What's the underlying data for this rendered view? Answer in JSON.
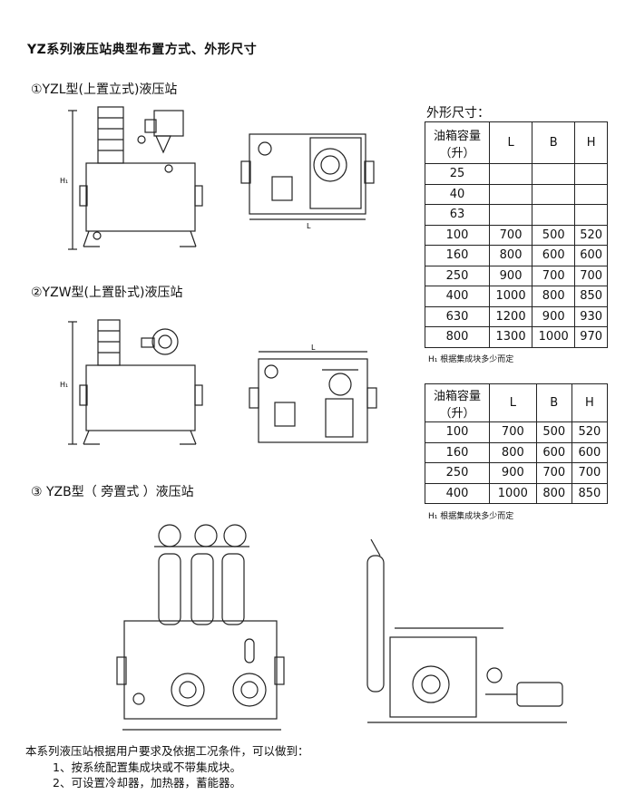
{
  "title": "YZ系列液压站典型布置方式、外形尺寸",
  "sections": [
    {
      "label": "①YZL型(上置立式)液压站"
    },
    {
      "label": "②YZW型(上置卧式)液压站"
    },
    {
      "label": "③ YZB型（ 旁置式 ）液压站"
    }
  ],
  "dim_heading": "外形尺寸：",
  "table1": {
    "headers": [
      "油箱容量\n（升）",
      "L",
      "B",
      "H"
    ],
    "header_line1": "油箱容量",
    "header_line2": "（升）",
    "rows": [
      [
        "25",
        "",
        "",
        ""
      ],
      [
        "40",
        "",
        "",
        ""
      ],
      [
        "63",
        "",
        "",
        ""
      ],
      [
        "100",
        "700",
        "500",
        "520"
      ],
      [
        "160",
        "800",
        "600",
        "600"
      ],
      [
        "250",
        "900",
        "700",
        "700"
      ],
      [
        "400",
        "1000",
        "800",
        "850"
      ],
      [
        "630",
        "1200",
        "900",
        "930"
      ],
      [
        "800",
        "1300",
        "1000",
        "970"
      ]
    ],
    "note": "H₁ 根据集成块多少而定"
  },
  "table2": {
    "header_line1": "油箱容量",
    "header_line2": "（升）",
    "rows": [
      [
        "100",
        "700",
        "500",
        "520"
      ],
      [
        "160",
        "800",
        "600",
        "600"
      ],
      [
        "250",
        "900",
        "700",
        "700"
      ],
      [
        "400",
        "1000",
        "800",
        "850"
      ]
    ],
    "note": "H₁ 根据集成块多少而定"
  },
  "drawing_labels": {
    "h1": "H₁",
    "l": "L"
  },
  "footer": {
    "intro": "本系列液压站根据用户要求及依据工况条件，可以做到：",
    "items": [
      "1、按系统配置集成块或不带集成块。",
      "2、可设置冷却器，加热器，蓄能器。"
    ]
  }
}
